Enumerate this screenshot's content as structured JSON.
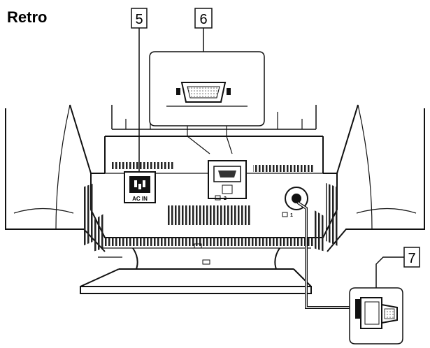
{
  "title": "Retro",
  "callouts": [
    {
      "number": "5"
    },
    {
      "number": "6"
    },
    {
      "number": "7"
    }
  ],
  "port_labels": {
    "power": "AC IN",
    "input1": "1",
    "input2": "2"
  }
}
